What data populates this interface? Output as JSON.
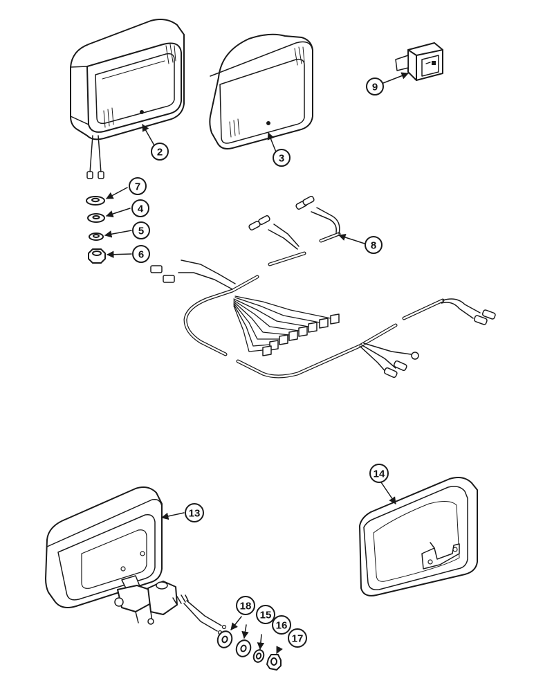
{
  "callouts": {
    "c2": "2",
    "c3": "3",
    "c4": "4",
    "c5": "5",
    "c6": "6",
    "c7": "7",
    "c8": "8",
    "c9": "9",
    "c13": "13",
    "c14": "14",
    "c15": "15",
    "c16": "16",
    "c17": "17",
    "c18": "18"
  },
  "colors": {
    "line": "#1a1a1a",
    "fill": "#ffffff"
  }
}
